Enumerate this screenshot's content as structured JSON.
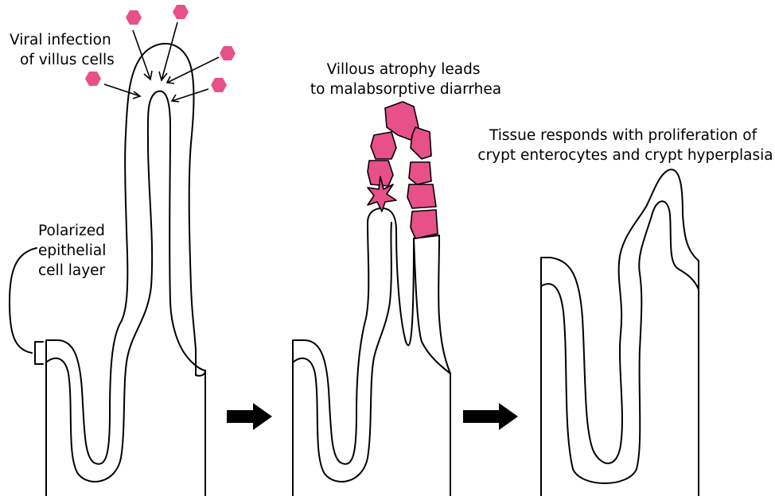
{
  "panels": {
    "infection": {
      "label_lines": [
        "Viral infection",
        "of villus cells"
      ]
    },
    "atrophy": {
      "label_lines": [
        "Villous atrophy leads",
        "to malabsorptive diarrhea"
      ]
    },
    "hyperplasia": {
      "label_lines": [
        "Tissue responds with proliferation of",
        "crypt enterocytes and crypt hyperplasia"
      ]
    }
  },
  "epithelium_label_lines": [
    "Polarized",
    "epithelial",
    "cell layer"
  ],
  "colors": {
    "virus": "#E8508A",
    "damaged_cells": "#E8508A",
    "outline": "#000000",
    "background": "#FFFFFF"
  },
  "icons": {
    "virus": "hexagon",
    "transition": "right-arrow"
  }
}
